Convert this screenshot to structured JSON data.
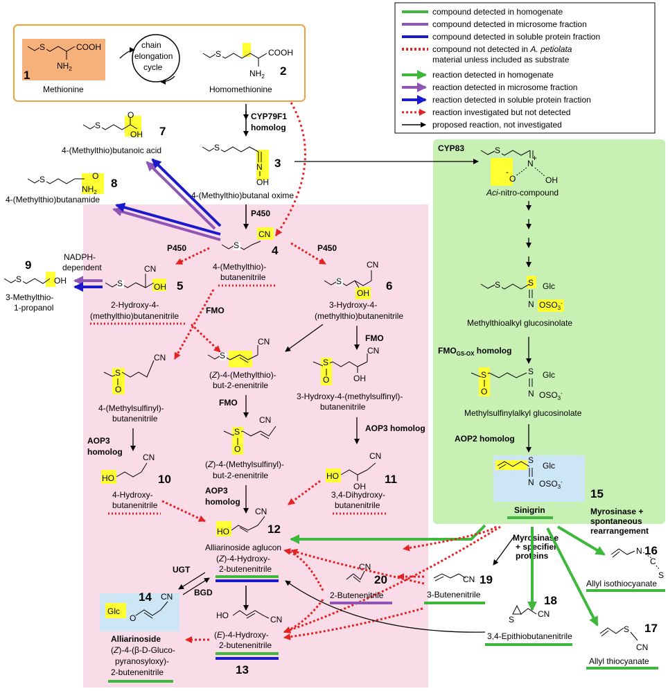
{
  "legend": {
    "items": [
      {
        "kind": "line",
        "style": "solid",
        "color": "#3db83d",
        "label": "compound detected in homogenate"
      },
      {
        "kind": "line",
        "style": "solid",
        "color": "#8e55b5",
        "label": "compound detected in microsome fraction"
      },
      {
        "kind": "line",
        "style": "solid",
        "color": "#1a1acc",
        "label": "compound detected in soluble protein fraction"
      },
      {
        "kind": "line",
        "style": "dotted",
        "color": "#e52222",
        "label": "compound not detected in A. petiolata material unless included as substrate"
      },
      {
        "kind": "arrow",
        "style": "solid",
        "color": "#3db83d",
        "label": "reaction detected in homogenate"
      },
      {
        "kind": "arrow",
        "style": "solid",
        "color": "#8e55b5",
        "label": "reaction detected in microsome fraction"
      },
      {
        "kind": "arrow",
        "style": "solid",
        "color": "#1a1acc",
        "label": "reaction detected in soluble protein fraction"
      },
      {
        "kind": "arrow",
        "style": "dotted",
        "color": "#e52222",
        "label": "reaction investigated but not detected"
      },
      {
        "kind": "arrow",
        "style": "solid",
        "color": "#000000",
        "label": "proposed reaction, not investigated"
      }
    ],
    "leg4_part1": "compound not detected in ",
    "leg4_italic": "A. petiolata",
    "leg4_part2": "material unless included as substrate"
  },
  "compounds": {
    "c1": {
      "num": "1",
      "name": "Methionine",
      "s": "S",
      "cooh": "COOH",
      "nh2": "NH",
      "sub2": "2"
    },
    "c2": {
      "num": "2",
      "name": "Homomethionine",
      "s": "S",
      "cooh": "COOH",
      "nh2": "NH",
      "sub2": "2"
    },
    "c3": {
      "num": "3",
      "name": "4-(Methylthio)butanal oxime",
      "s": "S",
      "n": "N",
      "oh": "OH"
    },
    "c4": {
      "num": "4",
      "name1": "4-(Methylthio)-",
      "name2": "butanenitrile",
      "s": "S",
      "cn": "CN"
    },
    "c5": {
      "num": "5",
      "name1": "2-Hydroxy-4-",
      "name2": "(methylthio)butanenitrile",
      "s": "S",
      "cn": "CN",
      "oh": "OH"
    },
    "c6": {
      "num": "6",
      "name1": "3-Hydroxy-4-",
      "name2": "(methylthio)butanenitrile",
      "s": "S",
      "cn": "CN",
      "oh": "OH"
    },
    "c7": {
      "num": "7",
      "name": "4-(Methylthio)butanoic acid",
      "s": "S",
      "o": "O",
      "oh": "OH"
    },
    "c8": {
      "num": "8",
      "name": "4-(Methylthio)butanamide",
      "s": "S",
      "o": "O",
      "nh2": "NH",
      "sub2": "2"
    },
    "c9": {
      "num": "9",
      "name1": "3-Methylthio-",
      "name2": "1-propanol",
      "s": "S",
      "oh": "OH"
    },
    "c10": {
      "num": "10",
      "name1": "4-Hydroxy-",
      "name2": "butanenitrile",
      "ho": "HO",
      "cn": "CN"
    },
    "c11": {
      "num": "11",
      "name1": "3,4-Dihydroxy-",
      "name2": "butanenitrile",
      "ho": "HO",
      "oh": "OH",
      "cn": "CN"
    },
    "c12": {
      "num": "12",
      "name1": "Alliarinoside aglucon",
      "name2_z": "Z",
      "name2_rest": ")-4-Hydroxy-",
      "name3": "2-butenenitrile",
      "ho": "HO",
      "cn": "CN"
    },
    "c13": {
      "num": "13",
      "name1_e": "E",
      "name1_rest": ")-4-Hydroxy-",
      "name2": "2-butenenitrile",
      "ho": "HO",
      "cn": "CN"
    },
    "c14": {
      "num": "14",
      "name": "Alliarinoside",
      "line2_z": "Z",
      "line2_rest": ")-4-(β-D-Gluco-",
      "line3": "pyranosyloxy)-",
      "line4": "2-butenenitrile",
      "glc": "Glc",
      "o": "O",
      "cn": "CN"
    },
    "c15": {
      "num": "15",
      "name": "Sinigrin",
      "s": "S",
      "glc": "Glc",
      "n": "N",
      "oso3": "OSO"
    },
    "c16": {
      "num": "16",
      "name": "Allyl isothiocyanate",
      "n": "N",
      "c": "C",
      "s": "S"
    },
    "c17": {
      "num": "17",
      "name": "Allyl thiocyanate",
      "s": "S",
      "cn": "CN"
    },
    "c18": {
      "num": "18",
      "name": "3,4-Epithiobutanenitrile",
      "s": "S",
      "cn": "CN"
    },
    "c19": {
      "num": "19",
      "name": "3-Butenenitrile",
      "cn": "CN"
    },
    "c20": {
      "num": "20",
      "name": "2-Butenenitrile",
      "cn": "CN"
    },
    "zmtb": {
      "name1_z": "Z",
      "name1_rest": ")-4-(Methylthio)-",
      "name2": "but-2-enenitrile",
      "s": "S",
      "cn": "CN"
    },
    "msbn": {
      "name1": "4-(Methylsulfinyl)-",
      "name2": "butanenitrile",
      "s": "S",
      "o": "O",
      "cn": "CN"
    },
    "zmsb": {
      "name1_z": "Z",
      "name1_rest": ")-4-(Methylsulfinyl)-",
      "name2": "but-2-enenitrile",
      "s": "S",
      "o": "O",
      "cn": "CN"
    },
    "hmsb": {
      "name1": "3-Hydroxy-4-(methylsulfinyl)-",
      "name2": "butanenitrile",
      "s": "S",
      "o": "O",
      "oh": "OH",
      "cn": "CN"
    },
    "aci": {
      "name_italic": "Aci",
      "name_rest": "-nitro-compound",
      "s": "S",
      "n": "N",
      "o": "O",
      "oh": "OH",
      "plus": "+",
      "minus": "-"
    },
    "mtag": {
      "name": "Methylthioalkyl glucosinolate",
      "s": "S",
      "glc": "Glc",
      "n": "N",
      "oso3": "OSO"
    },
    "msag": {
      "name": "Methylsulfinylalkyl glucosinolate",
      "s": "S",
      "o": "O",
      "glc": "Glc",
      "n": "N",
      "oso3": "OSO"
    }
  },
  "enzymes": {
    "chain": "chain",
    "chain2": "elongation",
    "chain3": "cycle",
    "cyp79f1": "CYP79F1",
    "cyp79f1b": "homolog",
    "cyp83": "CYP83",
    "p450a": "P450",
    "p450b": "P450",
    "p450c": "P450",
    "nadph1": "NADPH-",
    "nadph2": "dependent",
    "fmo1": "FMO",
    "fmo2": "FMO",
    "fmo3": "FMO",
    "fmogs": "FMO",
    "fmogs_sub": "GS-OX",
    "fmogs_rest": " homolog",
    "aop3a": "AOP3",
    "aop3a2": "homolog",
    "aop3b": "AOP3 homolog",
    "aop3c": "AOP3",
    "aop3c2": "homolog",
    "aop2": "AOP2 homolog",
    "ugt": "UGT",
    "bgd": "BGD",
    "myro1": "Myrosinase +",
    "myro2": "spontaneous",
    "myro3": "rearrangement",
    "spec1": "Myrosinase",
    "spec2": "+ specifier",
    "spec3": "proteins"
  },
  "colors": {
    "green": "#3db83d",
    "purple": "#8e55b5",
    "blue": "#1a1acc",
    "red": "#e52222",
    "pink": "#fadbe8",
    "lightgreen": "#c8f0b4",
    "lightblue": "#cce6f6",
    "yellow": "#ffff33",
    "orange": "#f6b07a",
    "orange_border": "#f0a040"
  }
}
